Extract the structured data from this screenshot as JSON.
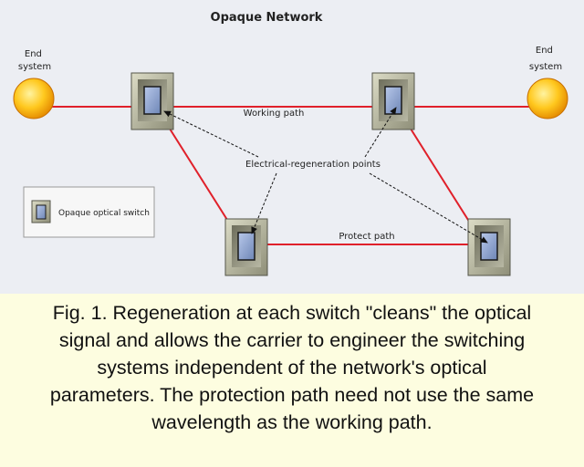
{
  "title": "Opaque Network",
  "end_system_left": [
    "End",
    "system"
  ],
  "end_system_right": [
    "End",
    "system"
  ],
  "working_path_label": "Working path",
  "protect_path_label": "Protect path",
  "regeneration_label": "Electrical-regeneration points",
  "legend_label": "Opaque optical switch",
  "colors": {
    "path": "#e0202a",
    "end_system": "#f5b800",
    "panel": "#eceef3",
    "caption_bg": "#fdfde0"
  },
  "caption_lines": [
    "Fig. 1. Regeneration at each switch \"cleans\" the optical",
    "signal and allows the carrier to engineer the switching",
    "systems independent of the network's optical",
    "parameters. The protection path need not use the same",
    "wavelength as the working path."
  ]
}
